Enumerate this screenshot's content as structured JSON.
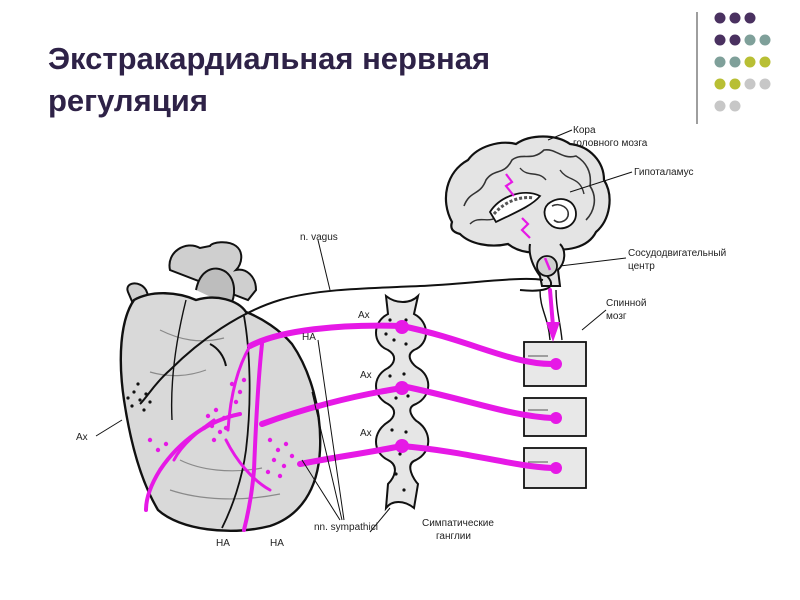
{
  "slide": {
    "title_line1": "Экстракардиальная нервная",
    "title_line2": "регуляция"
  },
  "decor": {
    "dot_colors": [
      "#4a3160",
      "#7fa09a",
      "#b8bf34",
      "#c7c7c7"
    ]
  },
  "labels": {
    "cortex_line1": "Кора",
    "cortex_line2": "головного мозга",
    "hypothalamus": "Гипоталамус",
    "vasomotor_line1": "Сосудодвигательный",
    "vasomotor_line2": "центр",
    "spinal_line1": "Спинной",
    "spinal_line2": "мозг",
    "vagus": "n. vagus",
    "ha_top": "HA",
    "ax_top": "Ax",
    "ax_mid": "Ax",
    "ax_low": "Ax",
    "ax_left": "Ax",
    "ha_bottom_left": "HA",
    "ha_bottom_right": "HA",
    "sympathici": "nn. sympathici",
    "ganglia_line1": "Симпатические",
    "ganglia_line2": "ганглии"
  },
  "colors": {
    "nerve": "#e619e6",
    "outline": "#111111",
    "heart_fill": "#d9d9d9"
  }
}
